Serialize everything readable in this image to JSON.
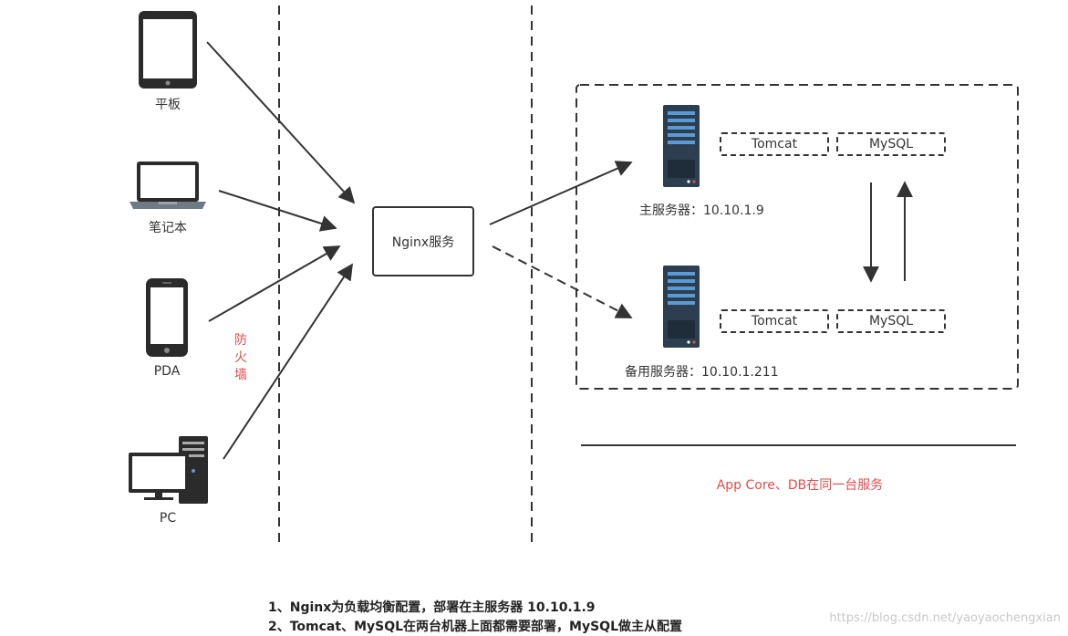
{
  "devices": {
    "tablet": "平板",
    "laptop": "笔记本",
    "pda": "PDA",
    "pc": "PC"
  },
  "firewall_label": [
    "防",
    "火",
    "墙"
  ],
  "nginx_label": "Nginx服务",
  "servers": {
    "primary_label": "主服务器：10.10.1.9",
    "backup_label": "备用服务器：10.10.1.211",
    "tomcat": "Tomcat",
    "mysql": "MySQL"
  },
  "group_note": "App Core、DB在同一台服务",
  "footer_notes": [
    "1、Nginx为负载均衡配置，部署在主服务器 10.10.1.9",
    "2、Tomcat、MySQL在两台机器上面都需要部署，MySQL做主从配置"
  ],
  "watermark": "https://blog.csdn.net/yaoyaochengxian",
  "colors": {
    "stroke": "#333333",
    "device_dark": "#2b2b2b",
    "server_dark": "#2c3e50",
    "server_stripe": "#5b9bd5",
    "accent_red": "#e84a4a"
  },
  "icons": [
    "tablet-icon",
    "laptop-icon",
    "phone-icon",
    "desktop-pc-icon",
    "server-icon"
  ]
}
